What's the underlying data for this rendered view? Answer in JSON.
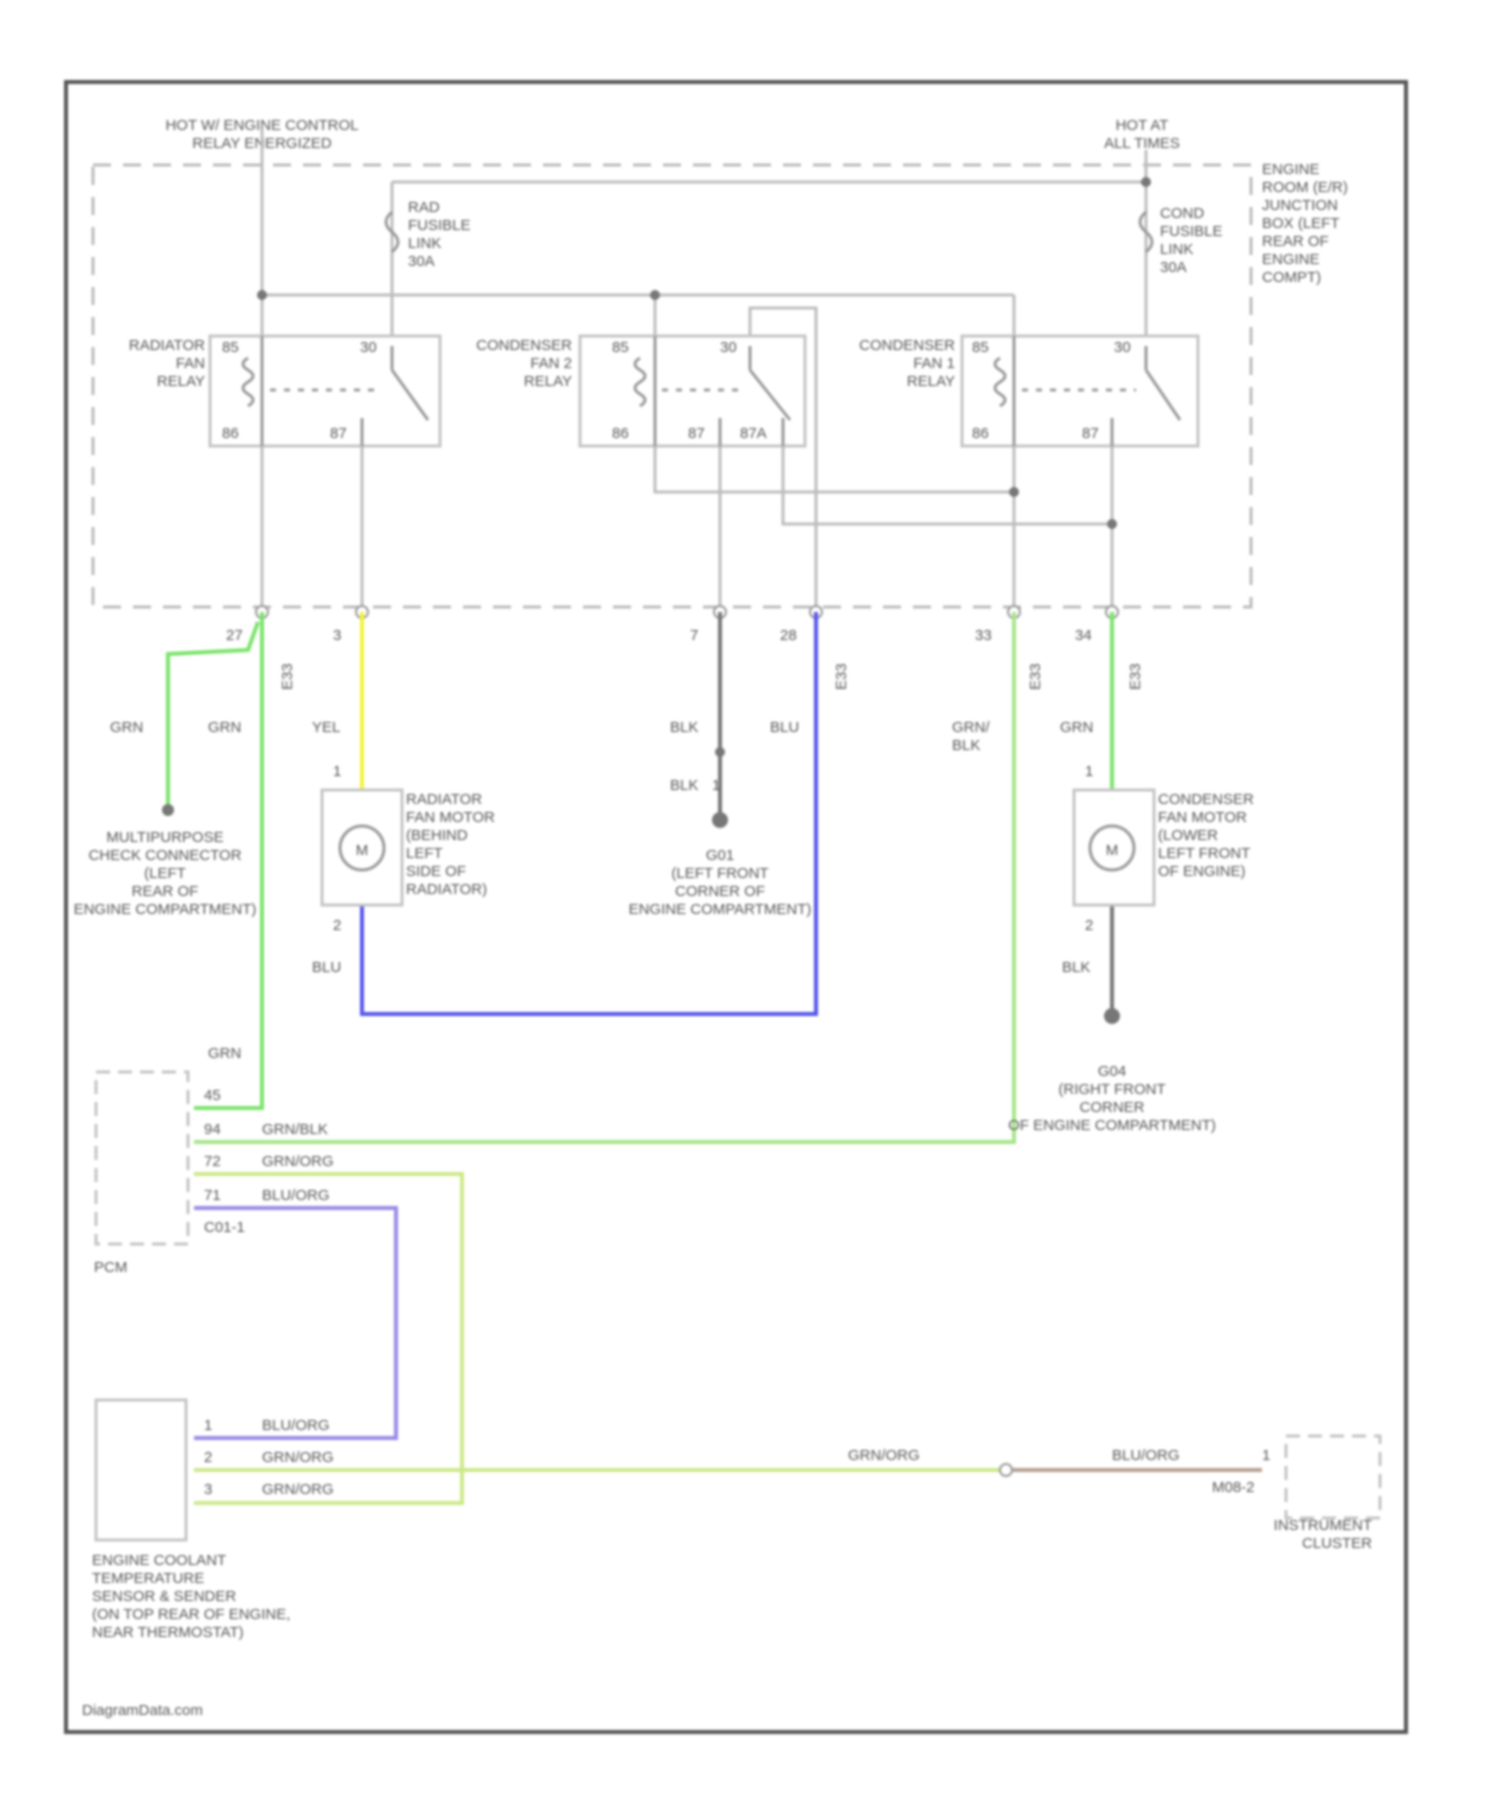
{
  "supplies": {
    "hot_engine_control": "HOT W/ ENGINE CONTROL\nRELAY ENERGIZED",
    "hot_all_times": "HOT AT\nALL TIMES"
  },
  "junction_box": "ENGINE\nROOM (E/R)\nJUNCTION\nBOX (LEFT\nREAR OF\nENGINE\nCOMPT)",
  "fuses": {
    "rad": "RAD\nFUSIBLE\nLINK\n30A",
    "cond": "COND\nFUSIBLE\nLINK\n30A"
  },
  "relays": {
    "radiator": {
      "label": "RADIATOR\nFAN\nRELAY",
      "pins": [
        "85",
        "86",
        "30",
        "87"
      ]
    },
    "condenser2": {
      "label": "CONDENSER\nFAN 2\nRELAY",
      "pins": [
        "85",
        "86",
        "30",
        "87",
        "87A"
      ]
    },
    "condenser1": {
      "label": "CONDENSER\nFAN 1\nRELAY",
      "pins": [
        "85",
        "86",
        "30",
        "87"
      ]
    }
  },
  "connector_pins": [
    "27",
    "3",
    "7",
    "28",
    "33",
    "34"
  ],
  "connector_ids": [
    "E33",
    "E33",
    "E33",
    "E33"
  ],
  "wire_colors": {
    "grn": "GRN",
    "yel": "YEL",
    "blk": "BLK",
    "blu": "BLU",
    "grn_blk": "GRN/\nBLK",
    "pcm_grn": "GRN"
  },
  "components": {
    "multipurpose": "MULTIPURPOSE\nCHECK CONNECTOR\n(LEFT\nREAR OF\nENGINE COMPARTMENT)",
    "rad_motor": "RADIATOR\nFAN MOTOR\n(BEHIND\nLEFT\nSIDE OF\nRADIATOR)",
    "rad_motor_pins": [
      "1",
      "2"
    ],
    "ground_g01": "G01\n(LEFT FRONT\nCORNER OF\nENGINE COMPARTMENT)",
    "blk_pin": "1",
    "cond_motor": "CONDENSER\nFAN MOTOR\n(LOWER\nLEFT FRONT\nOF ENGINE)",
    "cond_motor_pins": [
      "1",
      "2"
    ],
    "ground_g04": "G04\n(RIGHT FRONT\nCORNER\nOF ENGINE COMPARTMENT)",
    "motor_symbol": "M"
  },
  "pcm": {
    "label": "PCM",
    "connector": "C01-1",
    "pins": [
      {
        "num": "45",
        "wire": ""
      },
      {
        "num": "94",
        "wire": "GRN/BLK"
      },
      {
        "num": "72",
        "wire": "GRN/ORG"
      },
      {
        "num": "71",
        "wire": "BLU/ORG"
      }
    ]
  },
  "sensor": {
    "label": "ENGINE COOLANT\nTEMPERATURE\nSENSOR & SENDER\n(ON TOP REAR OF ENGINE,\nNEAR THERMOSTAT)",
    "pins": [
      {
        "num": "1",
        "wire": "BLU/ORG"
      },
      {
        "num": "2",
        "wire": "GRN/ORG"
      },
      {
        "num": "3",
        "wire": "GRN/ORG"
      }
    ]
  },
  "cluster": {
    "label": "INSTRUMENT\nCLUSTER",
    "pin": "1",
    "connector": "M08-2",
    "wire_in": "GRN/ORG",
    "wire_out": "BLU/ORG"
  },
  "watermark": "DiagramData.com",
  "colors": {
    "green": "#7be36b",
    "yellow": "#f2f23a",
    "blue": "#5555ee",
    "purple": "#9a8ae6",
    "yellow_green": "#cde88a",
    "brown": "#b8a090",
    "wire_gray": "#bdbdbd"
  }
}
